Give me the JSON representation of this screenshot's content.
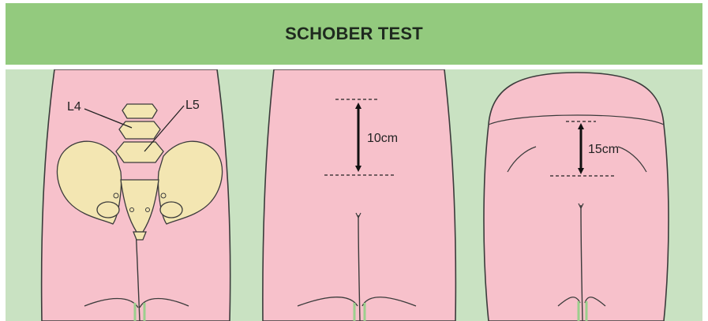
{
  "header": {
    "title": "SCHOBER TEST"
  },
  "panels": [
    {
      "labels": {
        "upper_vertebra": "L4",
        "lower_vertebra": "L5"
      }
    },
    {
      "measurement": "10cm"
    },
    {
      "measurement": "15cm"
    }
  ],
  "colors": {
    "banner": "#93ca7e",
    "background": "#c9e2c2",
    "skin": "#f7c1cb",
    "bone": "#f3e6b2",
    "outline": "#3b3b3b"
  }
}
